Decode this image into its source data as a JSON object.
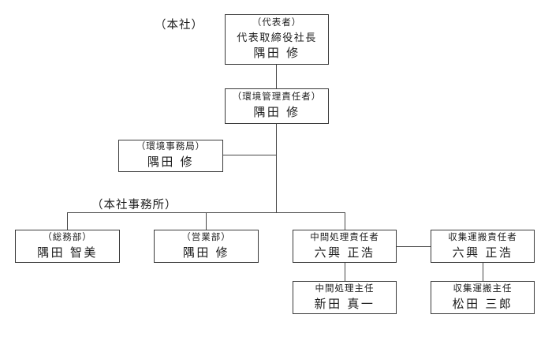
{
  "diagram": {
    "type": "org-chart",
    "labels": {
      "head_office": "（本社）",
      "head_office_branch": "（本社事務所）"
    },
    "nodes": {
      "representative": {
        "title": "（代表者）",
        "subtitle": "代表取締役社長",
        "name": "隅田 修"
      },
      "env_manager": {
        "title": "（環境管理責任者）",
        "name": "隅田 修"
      },
      "env_office": {
        "title": "（環境事務局）",
        "name": "隅田 修"
      },
      "general_affairs": {
        "title": "（総務部）",
        "name": "隅田 智美"
      },
      "sales": {
        "title": "（営業部）",
        "name": "隅田 修"
      },
      "intermediate_processing_manager": {
        "title": "中間処理責任者",
        "name": "六興 正浩"
      },
      "collection_transport_manager": {
        "title": "収集運搬責任者",
        "name": "六興 正浩"
      },
      "intermediate_processing_chief": {
        "title": "中間処理主任",
        "name": "新田 真一"
      },
      "collection_transport_chief": {
        "title": "収集運搬主任",
        "name": "松田 三郎"
      }
    },
    "connections": [
      {
        "from": "representative",
        "to": "env_manager"
      },
      {
        "from": "env_manager",
        "to": "env_office"
      },
      {
        "from": "env_manager",
        "to": "general_affairs"
      },
      {
        "from": "env_manager",
        "to": "sales"
      },
      {
        "from": "env_manager",
        "to": "intermediate_processing_manager"
      },
      {
        "from": "intermediate_processing_manager",
        "to": "collection_transport_manager"
      },
      {
        "from": "intermediate_processing_manager",
        "to": "intermediate_processing_chief"
      },
      {
        "from": "collection_transport_manager",
        "to": "collection_transport_chief"
      }
    ]
  },
  "colors": {
    "background": "#ffffff",
    "border": "#3a3a3a",
    "line": "#474747",
    "text": "#1c1c1c"
  }
}
